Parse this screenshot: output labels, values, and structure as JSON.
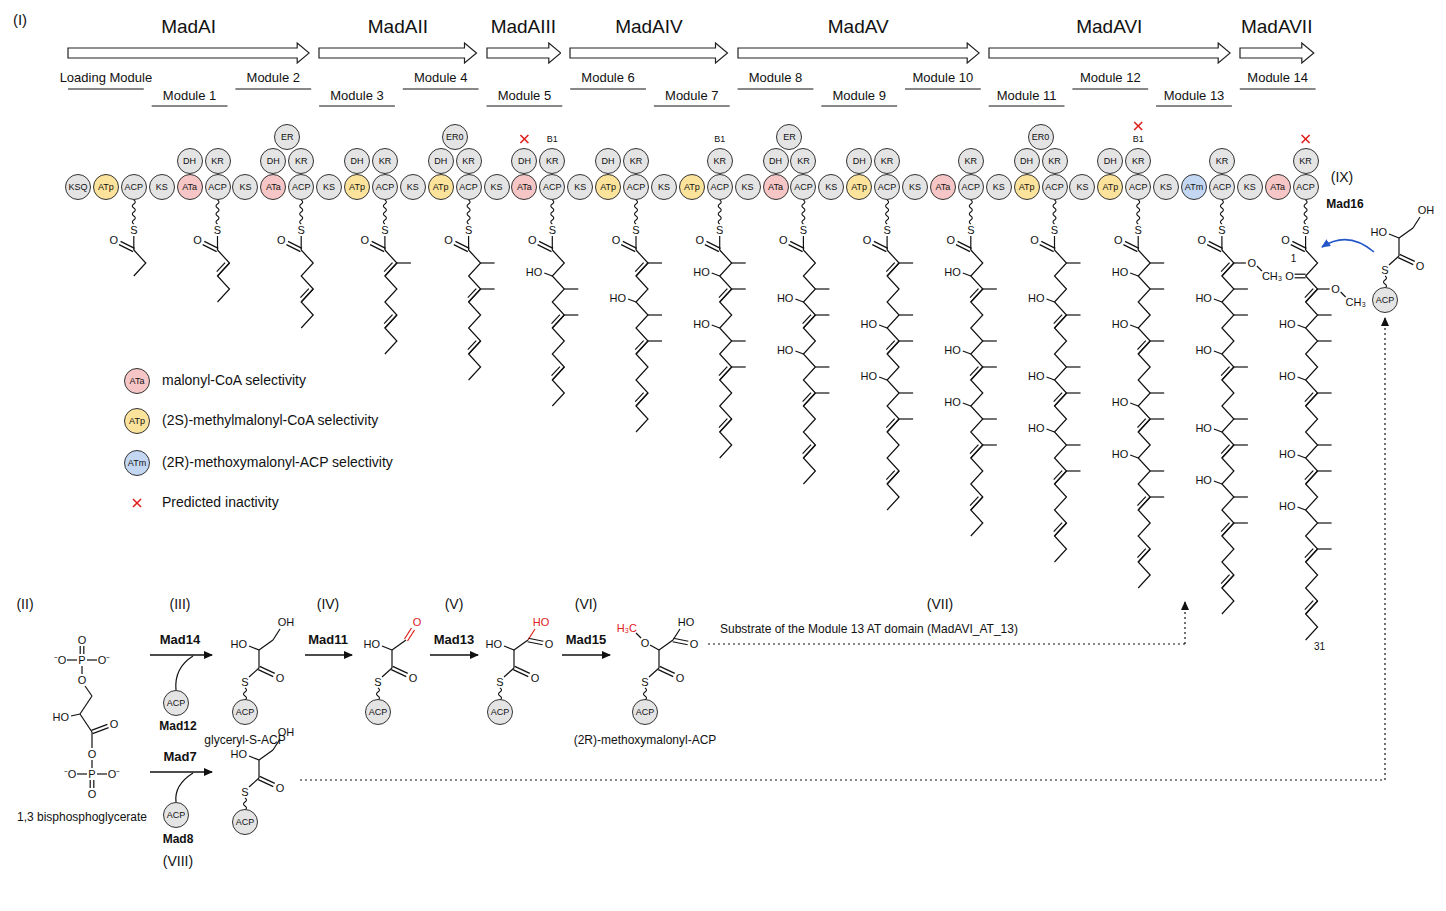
{
  "diagram": {
    "nodes": [
      {
        "text": [
          "MadAI"
        ]
      },
      {
        "text": [
          "MadAII"
        ]
      },
      {
        "text": [
          "MadAIII"
        ]
      },
      {
        "text": [
          "MadAIV"
        ]
      },
      {
        "text": [
          "MadAV"
        ]
      },
      {
        "text": [
          "MadAVI"
        ]
      },
      {
        "text": [
          "MadAVII"
        ]
      },
      {
        "text": [
          "KSQ"
        ]
      },
      {
        "text": [
          "ATp"
        ]
      },
      {
        "text": [
          "ACP"
        ]
      },
      {
        "text": [
          "KS"
        ]
      },
      {
        "text": [
          "ATa"
        ]
      },
      {
        "text": [
          "DH"
        ]
      },
      {
        "text": [
          "KR"
        ]
      },
      {
        "text": [
          "ACP"
        ]
      },
      {
        "text": [
          "KS"
        ]
      },
      {
        "text": [
          "ATa"
        ]
      },
      {
        "text": [
          "DH"
        ]
      },
      {
        "text": [
          "ER"
        ]
      },
      {
        "text": [
          "KR"
        ]
      },
      {
        "text": [
          "ACP"
        ]
      },
      {
        "text": [
          "KS"
        ]
      },
      {
        "text": [
          "ATp"
        ]
      },
      {
        "text": [
          "DH"
        ]
      },
      {
        "text": [
          "KR"
        ]
      },
      {
        "text": [
          "ACP"
        ]
      },
      {
        "text": [
          "KS"
        ]
      },
      {
        "text": [
          "ATp"
        ]
      },
      {
        "text": [
          "DH"
        ]
      },
      {
        "text": [
          "ER0"
        ]
      },
      {
        "text": [
          "KR"
        ]
      },
      {
        "text": [
          "ACP"
        ]
      },
      {
        "text": [
          "KS"
        ]
      },
      {
        "text": [
          "ATa"
        ]
      },
      {
        "text": [
          "DH"
        ]
      },
      {
        "text": [
          "KR"
        ]
      },
      {
        "text": [
          "ACP"
        ]
      },
      {
        "text": [
          "KS"
        ]
      },
      {
        "text": [
          "ATp"
        ]
      },
      {
        "text": [
          "DH"
        ]
      },
      {
        "text": [
          "KR"
        ]
      },
      {
        "text": [
          "ACP"
        ]
      },
      {
        "text": [
          "KS"
        ]
      },
      {
        "text": [
          "ATp"
        ]
      },
      {
        "text": [
          "KR"
        ]
      },
      {
        "text": [
          "ACP"
        ]
      },
      {
        "text": [
          "KS"
        ]
      },
      {
        "text": [
          "ATa"
        ]
      },
      {
        "text": [
          "DH"
        ]
      },
      {
        "text": [
          "ER"
        ]
      },
      {
        "text": [
          "KR"
        ]
      },
      {
        "text": [
          "ACP"
        ]
      },
      {
        "text": [
          "KS"
        ]
      },
      {
        "text": [
          "ATp"
        ]
      },
      {
        "text": [
          "DH"
        ]
      },
      {
        "text": [
          "KR"
        ]
      },
      {
        "text": [
          "ACP"
        ]
      },
      {
        "text": [
          "KS"
        ]
      },
      {
        "text": [
          "ATa"
        ]
      },
      {
        "text": [
          "KR"
        ]
      },
      {
        "text": [
          "ACP"
        ]
      },
      {
        "text": [
          "KS"
        ]
      },
      {
        "text": [
          "ATp"
        ]
      },
      {
        "text": [
          "DH"
        ]
      },
      {
        "text": [
          "ER0"
        ]
      },
      {
        "text": [
          "KR"
        ]
      },
      {
        "text": [
          "ACP"
        ]
      },
      {
        "text": [
          "KS"
        ]
      },
      {
        "text": [
          "ATp"
        ]
      },
      {
        "text": [
          "DH"
        ]
      },
      {
        "text": [
          "KR"
        ]
      },
      {
        "text": [
          "ACP"
        ]
      },
      {
        "text": [
          "KS"
        ]
      },
      {
        "text": [
          "ATm"
        ]
      },
      {
        "text": [
          "KR"
        ]
      },
      {
        "text": [
          "ACP"
        ]
      },
      {
        "text": [
          "KS"
        ]
      },
      {
        "text": [
          "ATa"
        ]
      },
      {
        "text": [
          "KR"
        ]
      },
      {
        "text": [
          "ACP"
        ]
      },
      {
        "text": [
          "ACP"
        ]
      },
      {
        "text": [
          "ACP"
        ]
      },
      {
        "text": [
          "ACP"
        ]
      },
      {
        "text": [
          "ACP"
        ]
      },
      {
        "text": [
          "ACP"
        ]
      },
      {
        "text": [
          "ACP"
        ]
      },
      {
        "text": [
          "ACP"
        ]
      },
      {
        "text": [
          "ACP"
        ]
      }
    ],
    "labels": [
      "(I)",
      "Loading Module",
      "Module 1",
      "Module 2",
      "Module 3",
      "Module 4",
      "Module 5",
      "Module 6",
      "Module 7",
      "Module 8",
      "Module 9",
      "Module 10",
      "Module 11",
      "Module 12",
      "Module 13",
      "Module 14",
      "B1",
      "B1",
      "B1",
      "S",
      "O",
      "S",
      "O",
      "S",
      "O",
      "S",
      "O",
      "S",
      "O",
      "S",
      "O",
      "HO",
      "S",
      "O",
      "HO",
      "S",
      "O",
      "HO",
      "HO",
      "S",
      "O",
      "HO",
      "HO",
      "S",
      "O",
      "HO",
      "HO",
      "S",
      "O",
      "HO",
      "HO",
      "HO",
      "S",
      "O",
      "HO",
      "HO",
      "HO",
      "S",
      "O",
      "HO",
      "HO",
      "HO",
      "HO",
      "S",
      "O",
      "O",
      "CH₃",
      "HO",
      "HO",
      "HO",
      "HO",
      "S",
      "O",
      "O",
      "O",
      "CH₃",
      "HO",
      "HO",
      "HO",
      "HO",
      "1",
      "31",
      "(IX)",
      "Mad16",
      "S",
      "O",
      "HO",
      "OH",
      "ATa",
      "ATp",
      "ATm",
      "(II)",
      "(III)",
      "(IV)",
      "(V)",
      "(VI)",
      "(VII)",
      "Mad14",
      "Mad12",
      "S",
      "O",
      "HO",
      "OH",
      "glyceryl-S-ACP",
      "Mad11",
      "S",
      "O",
      "HO",
      "O",
      "Mad13",
      "S",
      "O",
      "HO",
      "HO",
      "O",
      "Mad15",
      "S",
      "O",
      "O",
      "H₃C",
      "HO",
      "O",
      "(2R)-methoxymalonyl-ACP",
      "Substrate of the Module 13 AT domain (MadAVI_AT_13)",
      "⁻O",
      "P",
      "O",
      "O⁻",
      "O",
      "HO",
      "O",
      "O",
      "⁻O",
      "P",
      "O⁻",
      "O",
      "1,3 bisphosphoglycerate",
      "Mad7",
      "Mad8",
      "(VIII)",
      "S",
      "O",
      "HO",
      "OH"
    ],
    "legend": [
      {
        "text": "malonyl-CoA selectivity",
        "color": "#f6c6c6"
      },
      {
        "text": "(2S)-methylmalonyl-CoA selectivity",
        "color": "#fce39b"
      },
      {
        "text": "(2R)-methoxymalonyl-ACP selectivity",
        "color": "#c3d7f2"
      },
      {
        "text": "Predicted inactivity"
      }
    ]
  }
}
